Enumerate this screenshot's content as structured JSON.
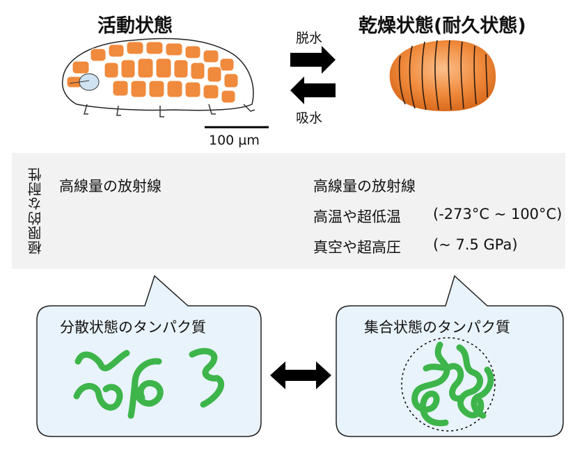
{
  "top": {
    "active_state": "活動状態",
    "dry_state": "乾燥状態(耐久状態)",
    "dehydrate_label": "脱水",
    "rehydrate_label": "吸水",
    "scale_bar_label": "100 µm"
  },
  "tolerance": {
    "heading": "極限的な耐性",
    "active_items": [
      "高線量の放射線"
    ],
    "dry_items": [
      "高線量の放射線",
      "高温や超低温",
      "真空や超高圧"
    ],
    "dry_ranges": [
      "",
      "(-273°C ~ 100°C)",
      "(~ 7.5 GPa)"
    ]
  },
  "bubbles": {
    "dispersed": "分散状態のタンパク質",
    "aggregated": "集合状態のタンパク質"
  },
  "colors": {
    "tardigrade_orange": "#f08a3c",
    "protein_green": "#3db54a",
    "bubble_fill": "#e9f3fb",
    "band_fill": "#f2f2f2"
  }
}
